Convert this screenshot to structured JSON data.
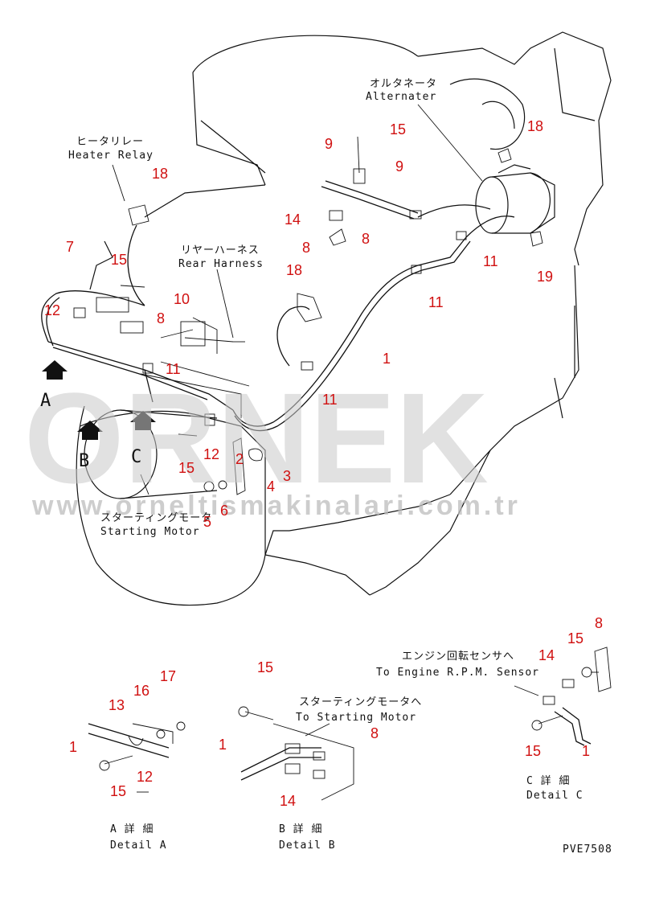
{
  "labels": {
    "alternator_jp": "オルタネータ",
    "alternator_en": "Alternater",
    "heater_relay_jp": "ヒータリレー",
    "heater_relay_en": "Heater Relay",
    "rear_harness_jp": "リヤーハーネス",
    "rear_harness_en": "Rear Harness",
    "starting_motor_jp": "スターティングモータ",
    "starting_motor_en": "Starting Motor",
    "to_engine_rpm_jp": "エンジン回転センサへ",
    "to_engine_rpm_en": "To Engine R.P.M. Sensor",
    "to_starting_motor_jp": "スターティングモータへ",
    "to_starting_motor_en": "To Starting Motor",
    "detail_a_jp": "A 詳 細",
    "detail_a_en": "Detail A",
    "detail_b_jp": "B 詳 細",
    "detail_b_en": "Detail B",
    "detail_c_jp": "C 詳 細",
    "detail_c_en": "Detail C",
    "view_a": "A",
    "view_b": "B",
    "view_c": "C",
    "figure_code": "PVE7508"
  },
  "callouts": [
    "15",
    "9",
    "9",
    "18",
    "18",
    "14",
    "8",
    "8",
    "11",
    "7",
    "15",
    "19",
    "18",
    "10",
    "12",
    "8",
    "11",
    "11",
    "1",
    "11",
    "12",
    "15",
    "2",
    "3",
    "4",
    "6",
    "5",
    "17",
    "16",
    "13",
    "1",
    "15",
    "12",
    "15",
    "8",
    "1",
    "14",
    "8",
    "15",
    "14",
    "15",
    "1"
  ],
  "watermark": {
    "brand": "ORNEK",
    "url": "www.orneltismakinalari.com.tr"
  },
  "colors": {
    "callout": "#d01010",
    "line": "#111111",
    "watermark": "#c9c9c9"
  }
}
